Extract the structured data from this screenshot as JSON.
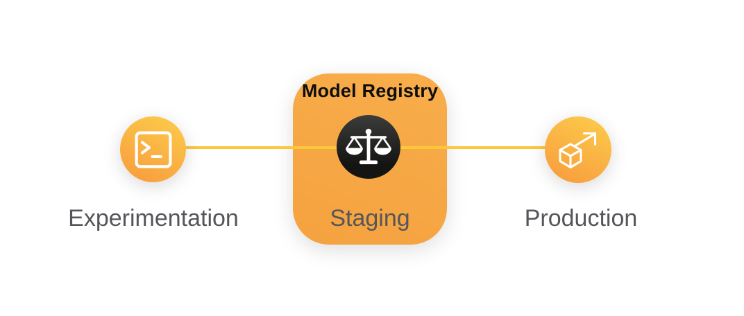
{
  "diagram": {
    "registry": {
      "title": "Model Registry",
      "label": "Staging",
      "icon": "balance-scale-icon"
    },
    "experimentation": {
      "label": "Experimentation",
      "icon": "terminal-icon"
    },
    "production": {
      "label": "Production",
      "icon": "cube-deploy-icon"
    },
    "colors": {
      "background": "#ffffff",
      "connector_line": "#fbc83c",
      "circle_gradient_top": "#fcc94a",
      "circle_gradient_bottom": "#f89c3d",
      "registry_box_top": "#f8ad4b",
      "registry_box_bottom": "#f5a23f",
      "dark_circle_top": "#3c3c3a",
      "dark_circle_bottom": "#141412",
      "icon_stroke": "#ffffff",
      "title_text": "#0e0e0e",
      "label_text": "#55565a"
    }
  }
}
